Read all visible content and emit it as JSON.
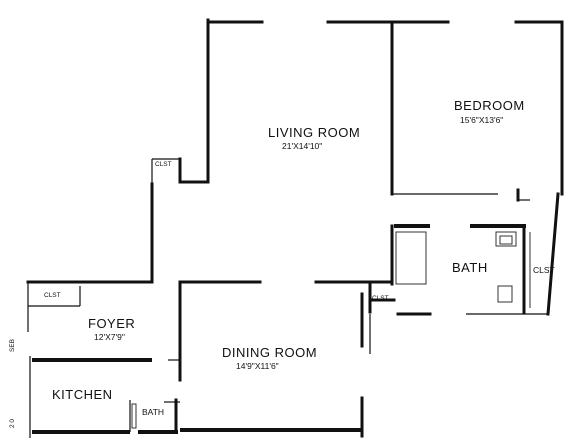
{
  "rooms": {
    "living_room": {
      "name": "LIVING ROOM",
      "dims": "21'X14'10\""
    },
    "bedroom": {
      "name": "BEDROOM",
      "dims": "15'6\"X13'6\""
    },
    "bath_main": {
      "name": "BATH"
    },
    "foyer": {
      "name": "FOYER",
      "dims": "12'X7'9\""
    },
    "dining_room": {
      "name": "DINING ROOM",
      "dims": "14'9\"X11'6\""
    },
    "kitchen": {
      "name": "KITCHEN"
    },
    "bath_small": {
      "name": "BATH"
    }
  },
  "closets": {
    "living_clst": "CLST",
    "foyer_clst": "CLST",
    "hall_clst": "CLST",
    "bath_clst": "CLST"
  },
  "side_labels": {
    "upper_left": "SEB",
    "lower_left": "2 0"
  }
}
